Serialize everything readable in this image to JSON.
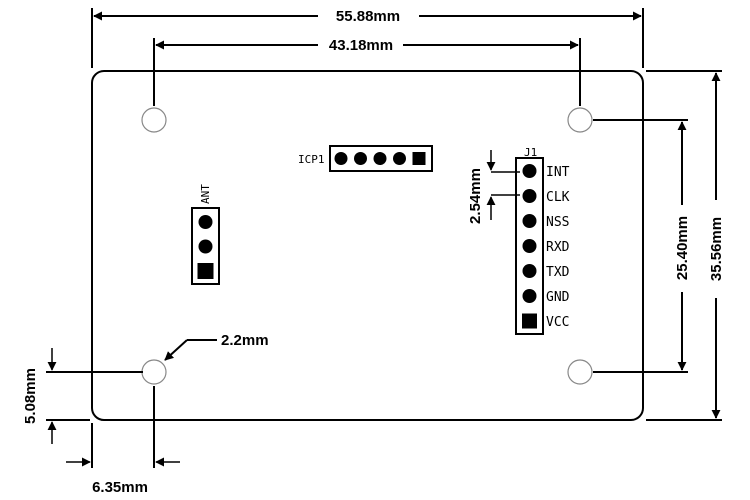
{
  "dimensions": {
    "board_width": "55.88mm",
    "hole_spacing_x": "43.18mm",
    "board_height": "35.56mm",
    "hole_spacing_y": "25.40mm",
    "pin_pitch": "2.54mm",
    "hole_diameter": "2.2mm",
    "hole_offset_y": "5.08mm",
    "hole_offset_x": "6.35mm"
  },
  "connectors": {
    "icp1": {
      "label": "ICP1",
      "pins": 5
    },
    "ant": {
      "label": "ANT",
      "pins": 3
    },
    "j1": {
      "label": "J1",
      "pins": [
        "INT",
        "CLK",
        "NSS",
        "RXD",
        "TXD",
        "GND",
        "VCC"
      ]
    }
  },
  "colors": {
    "ink": "#000000",
    "hole_fill": "#ffffff",
    "hole_stroke": "#888888"
  }
}
